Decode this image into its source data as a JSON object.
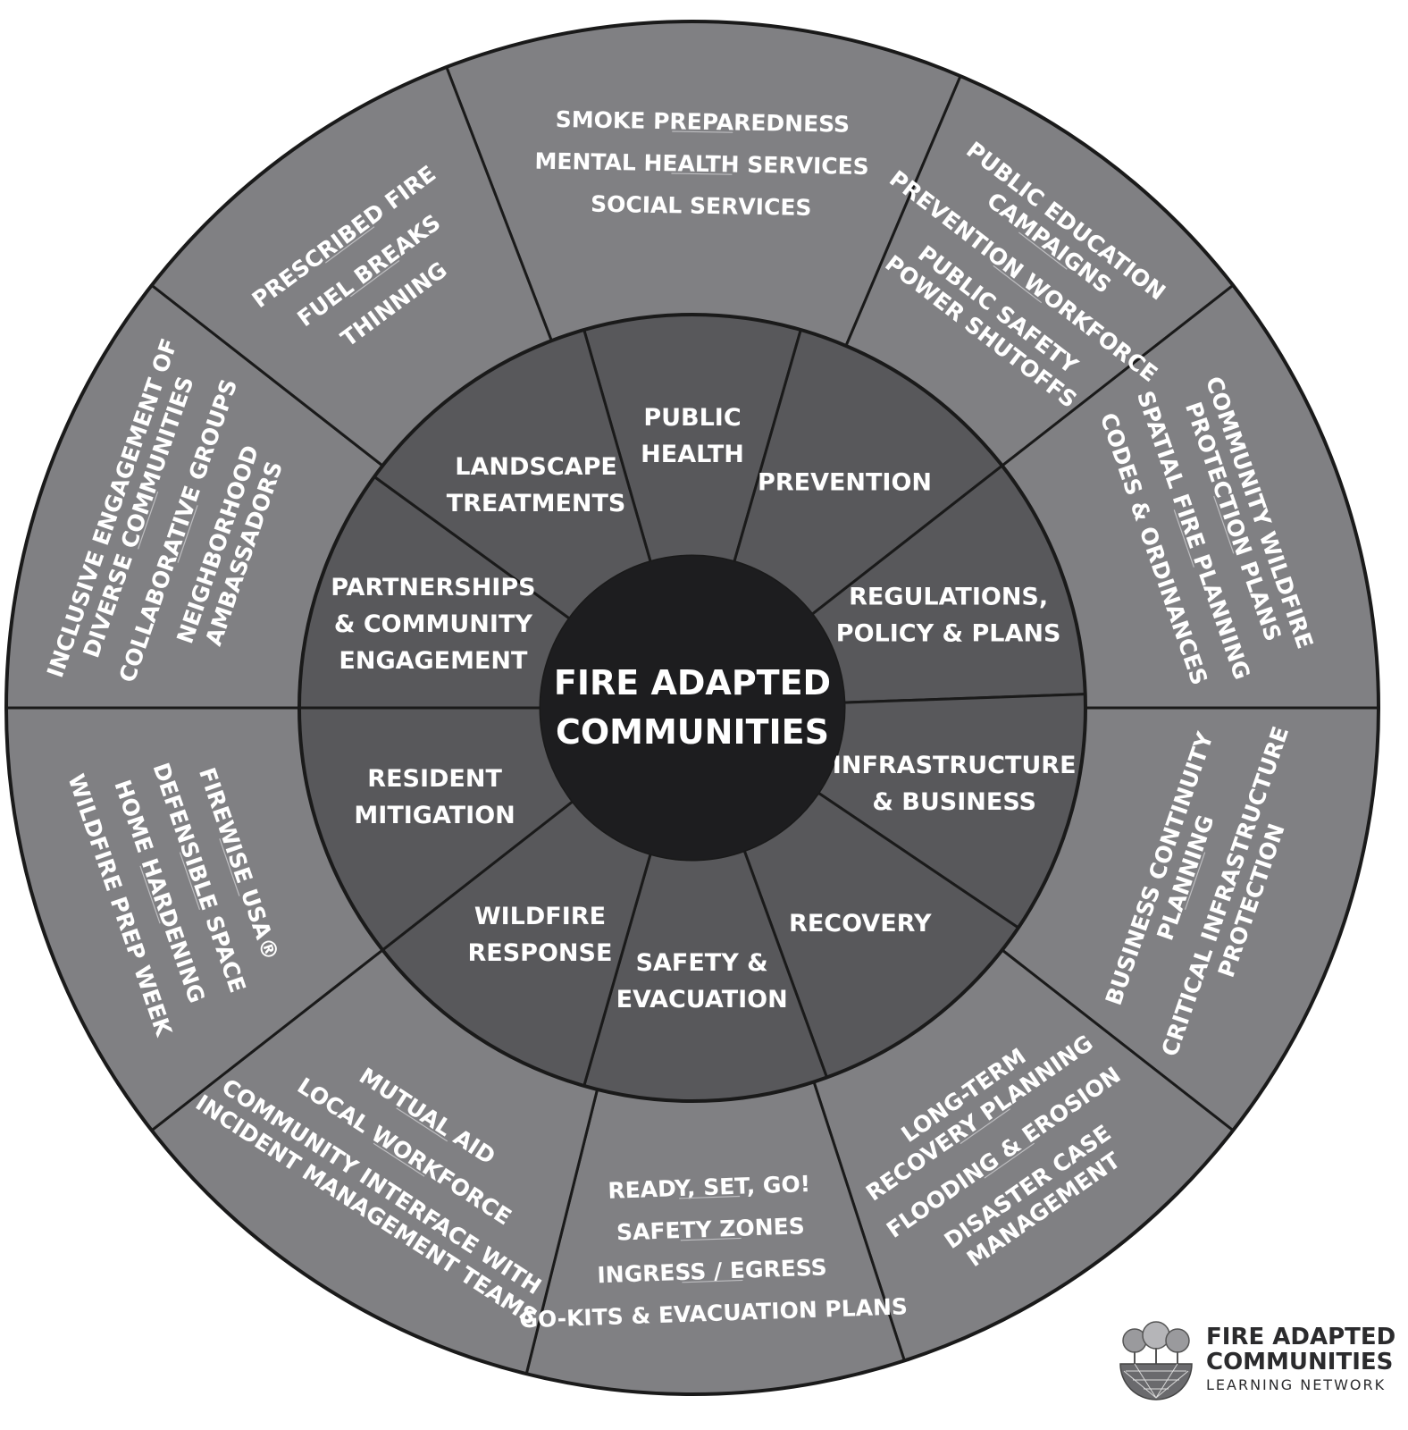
{
  "colors": {
    "outer_ring": "#808083",
    "middle_ring": "#58585b",
    "center": "#1d1d1f",
    "divider": "#1a1a1a",
    "text": "#ffffff"
  },
  "center": {
    "line1": "FIRE ADAPTED",
    "line2": "COMMUNITIES"
  },
  "segments": [
    {
      "id": "public-health",
      "label": [
        "PUBLIC",
        "HEALTH"
      ],
      "outer": [
        [
          "SMOKE PREPAREDNESS"
        ],
        [
          "MENTAL HEALTH SERVICES"
        ],
        [
          "SOCIAL SERVICES"
        ]
      ]
    },
    {
      "id": "prevention",
      "label": [
        "PREVENTION"
      ],
      "outer": [
        [
          "PUBLIC EDUCATION",
          "CAMPAIGNS"
        ],
        [
          "PREVENTION WORKFORCE"
        ],
        [
          "PUBLIC SAFETY",
          "POWER SHUTOFFS"
        ]
      ]
    },
    {
      "id": "regulations",
      "label": [
        "REGULATIONS,",
        "POLICY & PLANS"
      ],
      "outer": [
        [
          "COMMUNITY WILDFIRE",
          "PROTECTION PLANS"
        ],
        [
          "SPATIAL FIRE PLANNING"
        ],
        [
          "CODES & ORDINANCES"
        ]
      ]
    },
    {
      "id": "infrastructure",
      "label": [
        "INFRASTRUCTURE",
        "& BUSINESS"
      ],
      "outer": [
        [
          "BUSINESS CONTINUITY",
          "PLANNING"
        ],
        [
          "CRITICAL INFRASTRUCTURE",
          "PROTECTION"
        ]
      ]
    },
    {
      "id": "recovery",
      "label": [
        "RECOVERY"
      ],
      "outer": [
        [
          "LONG-TERM",
          "RECOVERY PLANNING"
        ],
        [
          "FLOODING & EROSION"
        ],
        [
          "DISASTER CASE",
          "MANAGEMENT"
        ]
      ]
    },
    {
      "id": "safety-evacuation",
      "label": [
        "SAFETY &",
        "EVACUATION"
      ],
      "outer": [
        [
          "READY, SET, GO!"
        ],
        [
          "SAFETY ZONES"
        ],
        [
          "INGRESS / EGRESS"
        ],
        [
          "GO-KITS & EVACUATION PLANS"
        ]
      ]
    },
    {
      "id": "wildfire-response",
      "label": [
        "WILDFIRE",
        "RESPONSE"
      ],
      "outer": [
        [
          "MUTUAL AID"
        ],
        [
          "LOCAL WORKFORCE"
        ],
        [
          "COMMUNITY INTERFACE WITH",
          "INCIDENT MANAGEMENT TEAMS"
        ]
      ]
    },
    {
      "id": "resident-mitigation",
      "label": [
        "RESIDENT",
        "MITIGATION"
      ],
      "outer": [
        [
          "FIREWISE USA®"
        ],
        [
          "DEFENSIBLE SPACE"
        ],
        [
          "HOME HARDENING"
        ],
        [
          "WILDFIRE PREP WEEK"
        ]
      ]
    },
    {
      "id": "partnerships",
      "label": [
        "PARTNERSHIPS",
        "& COMMUNITY",
        "ENGAGEMENT"
      ],
      "outer": [
        [
          "INCLUSIVE ENGAGEMENT OF",
          "DIVERSE COMMUNITIES"
        ],
        [
          "COLLABORATIVE GROUPS"
        ],
        [
          "NEIGHBORHOOD",
          "AMBASSADORS"
        ]
      ]
    },
    {
      "id": "landscape",
      "label": [
        "LANDSCAPE",
        "TREATMENTS"
      ],
      "outer": [
        [
          "PRESCRIBED FIRE"
        ],
        [
          "FUEL BREAKS"
        ],
        [
          "THINNING"
        ]
      ]
    }
  ],
  "logo": {
    "title_line1": "FIRE ADAPTED",
    "title_line2": "COMMUNITIES",
    "subtitle": "LEARNING NETWORK"
  }
}
